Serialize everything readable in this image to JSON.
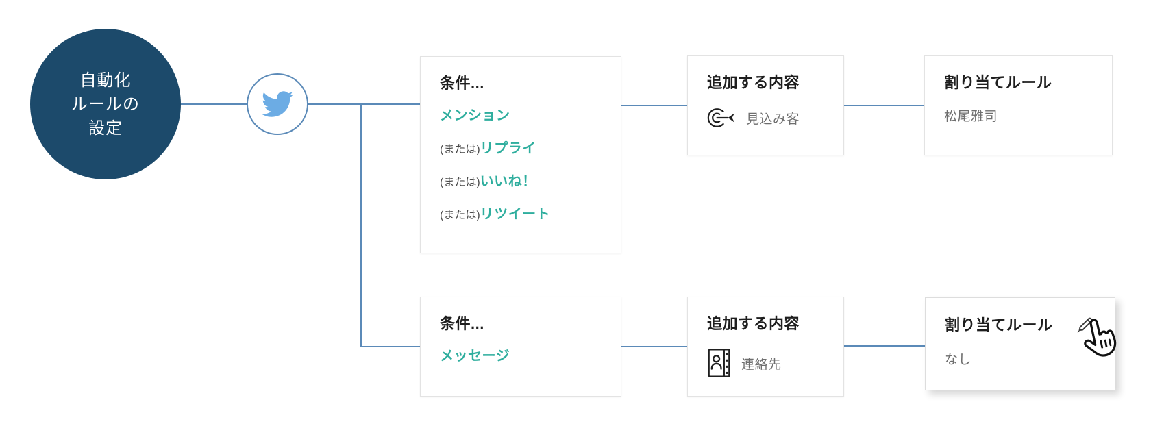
{
  "colors": {
    "root_circle_bg": "#1c4a6b",
    "connector_blue": "#5b8ab8",
    "twitter_blue": "#6cace4",
    "teal_accent": "#2fae9e",
    "title_text": "#1e1e1e",
    "muted_text": "#6e6e6e"
  },
  "root_node": {
    "label_lines": [
      "自動化",
      "ルールの",
      "設定"
    ]
  },
  "channel_node": {
    "icon": "twitter-icon"
  },
  "branches": [
    {
      "condition": {
        "title": "条件...",
        "items": [
          {
            "prefix": "",
            "label": "メンション"
          },
          {
            "prefix": "(または)",
            "label": "リプライ"
          },
          {
            "prefix": "(または)",
            "label": "いいね！"
          },
          {
            "prefix": "(または)",
            "label": "リツイート"
          }
        ]
      },
      "action": {
        "title": "追加する内容",
        "icon": "lead-target-icon",
        "label": "見込み客"
      },
      "assignment": {
        "title": "割り当てルール",
        "value": "松尾雅司"
      }
    },
    {
      "condition": {
        "title": "条件...",
        "items": [
          {
            "prefix": "",
            "label": "メッセージ"
          }
        ]
      },
      "action": {
        "title": "追加する内容",
        "icon": "contacts-book-icon",
        "label": "連絡先"
      },
      "assignment": {
        "title": "割り当てルール",
        "value": "なし"
      }
    }
  ]
}
